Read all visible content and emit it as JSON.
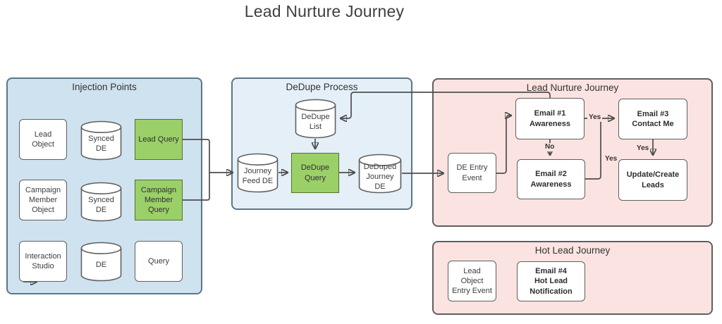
{
  "title": "Lead Nurture Journey",
  "colors": {
    "container_blue": "#cfe2ef",
    "container_blue_light": "#e4eff7",
    "container_pink": "#fbe3e1",
    "node_green": "#9bd068",
    "node_white": "#ffffff",
    "line": "#4d4d4d"
  },
  "groups": {
    "injection_points": {
      "title": "Injection Points"
    },
    "dedupe_process": {
      "title": "DeDupe Process"
    },
    "lead_nurture_journey": {
      "title": "Lead Nurture Journey"
    },
    "hot_lead_journey": {
      "title": "Hot Lead Journey"
    }
  },
  "nodes": {
    "lead_object": {
      "label": "Lead\nObject"
    },
    "synced_de_1": {
      "label": "Synced\nDE"
    },
    "lead_query": {
      "label": "Lead Query"
    },
    "campaign_member_object": {
      "label": "Campaign\nMember\nObject"
    },
    "synced_de_2": {
      "label": "Synced\nDE"
    },
    "campaign_member_query": {
      "label": "Campaign\nMember\nQuery"
    },
    "interaction_studio": {
      "label": "Interaction\nStudio"
    },
    "de": {
      "label": "DE"
    },
    "query": {
      "label": "Query"
    },
    "dedupe_list": {
      "label": "DeDupe\nList"
    },
    "journey_feed_de": {
      "label": "Journey\nFeed DE"
    },
    "dedupe_query": {
      "label": "DeDupe\nQuery"
    },
    "deduped_journey_de": {
      "label": "DeDuped\nJourney\nDE"
    },
    "de_entry_event": {
      "label": "DE Entry\nEvent"
    },
    "email_1": {
      "label": "Email #1\nAwareness"
    },
    "email_3": {
      "label": "Email #3\nContact Me"
    },
    "email_2": {
      "label": "Email #2\nAwareness"
    },
    "update_create_leads": {
      "label": "Update/Create\nLeads"
    },
    "lead_object_entry_event": {
      "label": "Lead\nObject\nEntry Event"
    },
    "email_4": {
      "label": "Email #4\nHot Lead\nNotification"
    }
  },
  "edge_labels": {
    "email1_to_email3": "Yes",
    "email1_to_email2": "No",
    "email2_join": "Yes",
    "email3_to_update": "Yes"
  }
}
